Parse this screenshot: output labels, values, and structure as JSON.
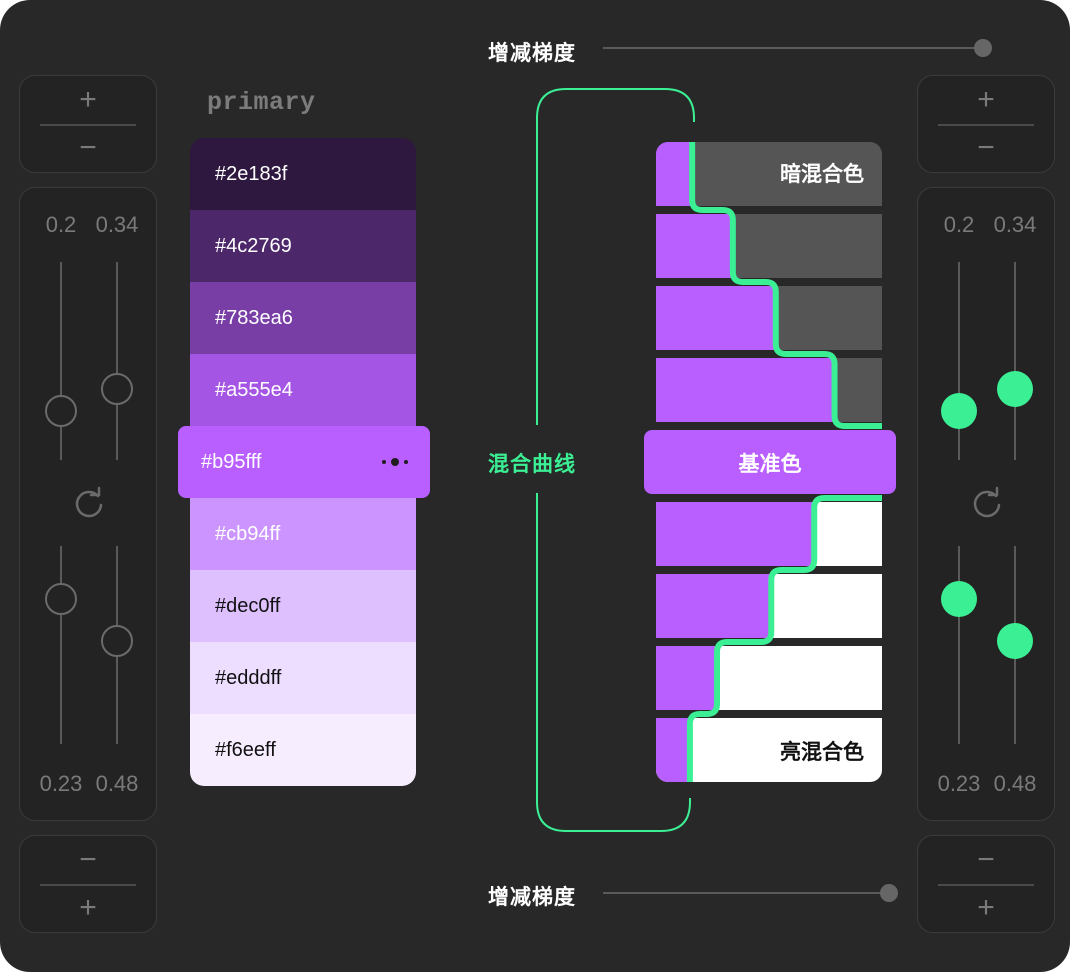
{
  "palette": {
    "name": "primary",
    "swatches": [
      {
        "hex": "#2e183f",
        "label": "#2e183f",
        "text_color": "#ffffff"
      },
      {
        "hex": "#4c2769",
        "label": "#4c2769",
        "text_color": "#ffffff"
      },
      {
        "hex": "#783ea6",
        "label": "#783ea6",
        "text_color": "#ffffff"
      },
      {
        "hex": "#a555e4",
        "label": "#a555e4",
        "text_color": "#ffffff"
      },
      {
        "hex": "#b95fff",
        "label": "#b95fff",
        "text_color": "#ffffff",
        "selected": true
      },
      {
        "hex": "#cb94ff",
        "label": "#cb94ff",
        "text_color": "#ffffff"
      },
      {
        "hex": "#dec0ff",
        "label": "#dec0ff",
        "text_color": "#111111"
      },
      {
        "hex": "#edddff",
        "label": "#edddff",
        "text_color": "#111111"
      },
      {
        "hex": "#f6eeff",
        "label": "#f6eeff",
        "text_color": "#111111"
      }
    ],
    "more_icon": "more-dots-icon"
  },
  "gradient_top": {
    "label": "增减梯度",
    "value": 1.0
  },
  "gradient_bottom": {
    "label": "增减梯度",
    "value": 1.0
  },
  "curve": {
    "label": "混合曲线",
    "accent": "#3bef94",
    "base_label": "基准色",
    "dark_label": "暗混合色",
    "light_label": "亮混合色",
    "base_color": "#b95fff",
    "dark_color": "#555555",
    "light_color": "#ffffff",
    "dark_mix": [
      0.16,
      0.34,
      0.53,
      0.79
    ],
    "light_mix": [
      0.7,
      0.51,
      0.27,
      0.15
    ]
  },
  "left_controls": {
    "stepper_top": {
      "plus": "+",
      "minus": "−"
    },
    "sliders": {
      "top_values": [
        "0.2",
        "0.34"
      ],
      "bottom_values": [
        "0.23",
        "0.48"
      ],
      "top_positions": [
        0.25,
        0.36
      ],
      "bottom_positions": [
        0.73,
        0.52
      ],
      "active": false
    },
    "stepper_bottom": {
      "minus": "−",
      "plus": "+"
    }
  },
  "right_controls": {
    "stepper_top": {
      "plus": "+",
      "minus": "−"
    },
    "sliders": {
      "top_values": [
        "0.2",
        "0.34"
      ],
      "bottom_values": [
        "0.23",
        "0.48"
      ],
      "top_positions": [
        0.25,
        0.36
      ],
      "bottom_positions": [
        0.73,
        0.52
      ],
      "active": true
    },
    "stepper_bottom": {
      "minus": "−",
      "plus": "+"
    }
  }
}
